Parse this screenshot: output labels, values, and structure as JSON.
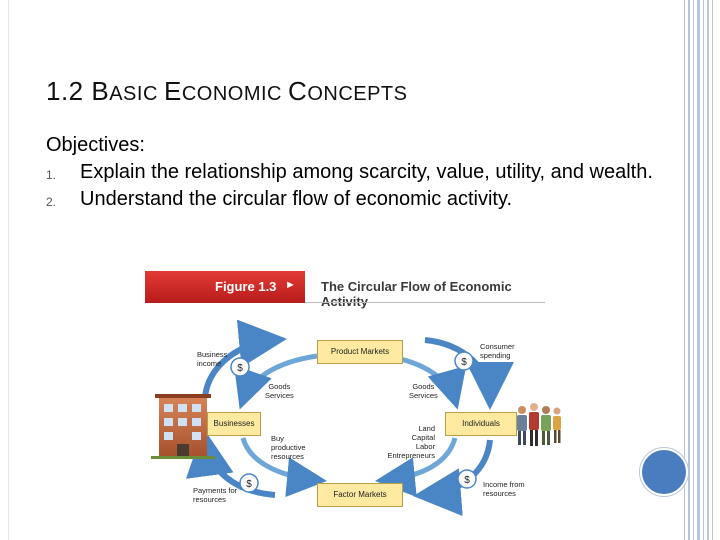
{
  "slide": {
    "title_lead": "1.2 B",
    "title_rest1": "ASIC ",
    "title_lead2": "E",
    "title_rest2": "CONOMIC ",
    "title_lead3": "C",
    "title_rest3": "ONCEPTS",
    "objectives_label": "Objectives",
    "objectives_colon": ":",
    "objectives": [
      {
        "num": "1.",
        "text": "Explain the relationship among scarcity, value, utility, and wealth."
      },
      {
        "num": "2.",
        "text": "Understand the circular flow of economic activity."
      }
    ]
  },
  "figure": {
    "number": "Figure 1.3",
    "arrow": "►",
    "title": "The Circular Flow of Economic Activity",
    "boxes": {
      "product_markets": "Product Markets",
      "businesses": "Businesses",
      "individuals": "Individuals",
      "factor_markets": "Factor Markets"
    },
    "labels": {
      "business_income": [
        "Business",
        "income"
      ],
      "consumer_spending": [
        "Consumer",
        "spending"
      ],
      "goods_services_left": [
        "Goods",
        "Services"
      ],
      "goods_services_right": [
        "Goods",
        "Services"
      ],
      "buy_productive": [
        "Buy",
        "productive",
        "resources"
      ],
      "land_capital": [
        "Land",
        "Capital",
        "Labor",
        "Entrepreneurs"
      ],
      "payments_for": [
        "Payments for",
        "resources"
      ],
      "income_from": [
        "Income from",
        "resources"
      ]
    },
    "dollar_symbol": "$"
  }
}
